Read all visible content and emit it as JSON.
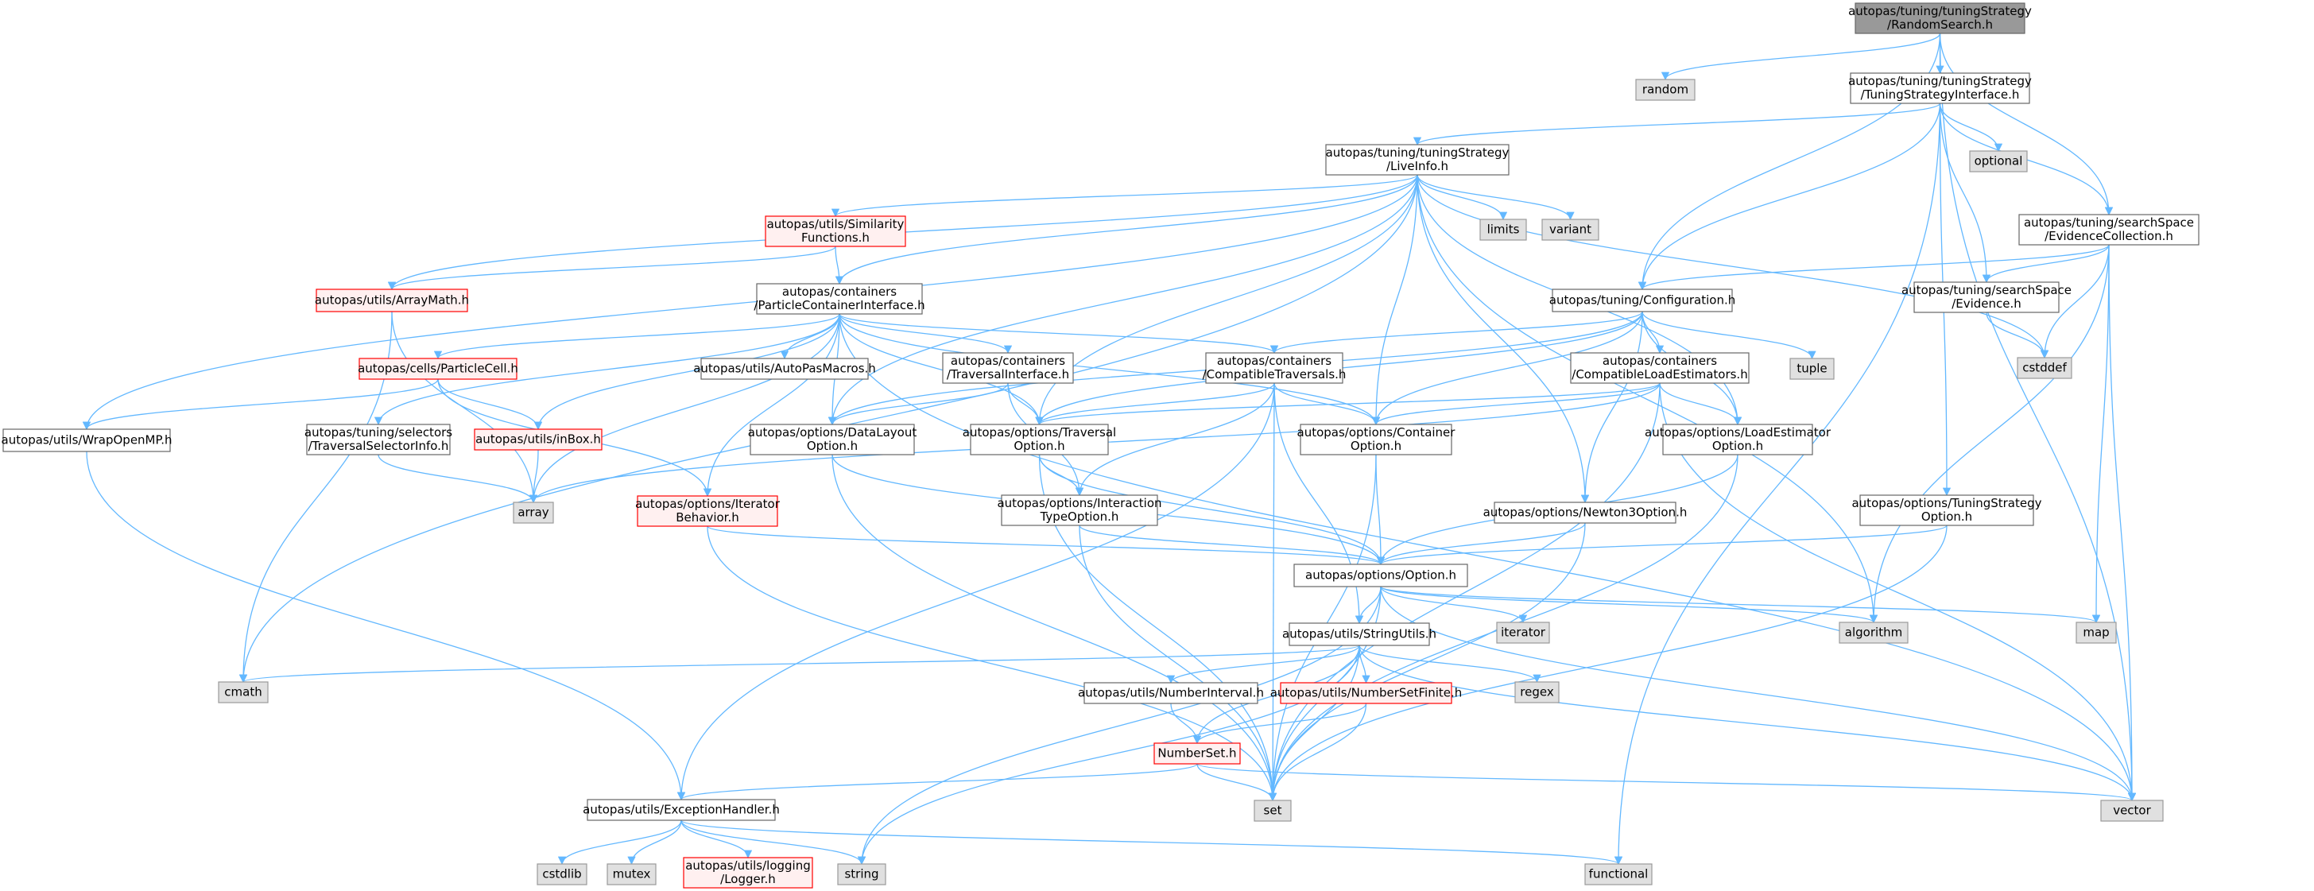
{
  "graph": {
    "title": "autopas/tuning/tuningStrategy/RandomSearch.h",
    "colors": {
      "edge": "#63b8ff",
      "root_fill": "#999999",
      "root_stroke": "#666666",
      "header_fill": "#ffffff",
      "header_stroke": "#666666",
      "system_fill": "#e0e0e0",
      "system_stroke": "#999999",
      "truncated_fill": "#fff0f0",
      "truncated_stroke": "#ff0000"
    },
    "nodes": [
      {
        "id": "root",
        "kind": "root",
        "lines": [
          "autopas/tuning/tuningStrategy",
          "/RandomSearch.h"
        ]
      },
      {
        "id": "random",
        "kind": "system",
        "lines": [
          "random"
        ]
      },
      {
        "id": "tsi",
        "kind": "header",
        "lines": [
          "autopas/tuning/tuningStrategy",
          "/TuningStrategyInterface.h"
        ]
      },
      {
        "id": "liveinfo",
        "kind": "header",
        "lines": [
          "autopas/tuning/tuningStrategy",
          "/LiveInfo.h"
        ]
      },
      {
        "id": "optional",
        "kind": "system",
        "lines": [
          "optional"
        ]
      },
      {
        "id": "evcoll",
        "kind": "header",
        "lines": [
          "autopas/tuning/searchSpace",
          "/EvidenceCollection.h"
        ]
      },
      {
        "id": "simfunc",
        "kind": "truncated",
        "lines": [
          "autopas/utils/Similarity",
          "Functions.h"
        ]
      },
      {
        "id": "limits",
        "kind": "system",
        "lines": [
          "limits"
        ]
      },
      {
        "id": "variant",
        "kind": "system",
        "lines": [
          "variant"
        ]
      },
      {
        "id": "arraymath",
        "kind": "truncated",
        "lines": [
          "autopas/utils/ArrayMath.h"
        ]
      },
      {
        "id": "pci",
        "kind": "header",
        "lines": [
          "autopas/containers",
          "/ParticleContainerInterface.h"
        ]
      },
      {
        "id": "config",
        "kind": "header",
        "lines": [
          "autopas/tuning/Configuration.h"
        ]
      },
      {
        "id": "evidence",
        "kind": "header",
        "lines": [
          "autopas/tuning/searchSpace",
          "/Evidence.h"
        ]
      },
      {
        "id": "cstddef",
        "kind": "system",
        "lines": [
          "cstddef"
        ]
      },
      {
        "id": "pcell",
        "kind": "truncated",
        "lines": [
          "autopas/cells/ParticleCell.h"
        ]
      },
      {
        "id": "macros",
        "kind": "header",
        "lines": [
          "autopas/utils/AutoPasMacros.h"
        ]
      },
      {
        "id": "travif",
        "kind": "header",
        "lines": [
          "autopas/containers",
          "/TraversalInterface.h"
        ]
      },
      {
        "id": "comptrav",
        "kind": "header",
        "lines": [
          "autopas/containers",
          "/CompatibleTraversals.h"
        ]
      },
      {
        "id": "tuple",
        "kind": "system",
        "lines": [
          "tuple"
        ]
      },
      {
        "id": "compload",
        "kind": "header",
        "lines": [
          "autopas/containers",
          "/CompatibleLoadEstimators.h"
        ]
      },
      {
        "id": "wrapomp",
        "kind": "header",
        "lines": [
          "autopas/utils/WrapOpenMP.h"
        ]
      },
      {
        "id": "tsinfo",
        "kind": "header",
        "lines": [
          "autopas/tuning/selectors",
          "/TraversalSelectorInfo.h"
        ]
      },
      {
        "id": "inbox",
        "kind": "truncated",
        "lines": [
          "autopas/utils/inBox.h"
        ]
      },
      {
        "id": "datalayout",
        "kind": "header",
        "lines": [
          "autopas/options/DataLayout",
          "Option.h"
        ]
      },
      {
        "id": "travopt",
        "kind": "header",
        "lines": [
          "autopas/options/Traversal",
          "Option.h"
        ]
      },
      {
        "id": "contopt",
        "kind": "header",
        "lines": [
          "autopas/options/Container",
          "Option.h"
        ]
      },
      {
        "id": "loadest",
        "kind": "header",
        "lines": [
          "autopas/options/LoadEstimator",
          "Option.h"
        ]
      },
      {
        "id": "array",
        "kind": "system",
        "lines": [
          "array"
        ]
      },
      {
        "id": "iterbeh",
        "kind": "truncated",
        "lines": [
          "autopas/options/Iterator",
          "Behavior.h"
        ]
      },
      {
        "id": "intertype",
        "kind": "header",
        "lines": [
          "autopas/options/Interaction",
          "TypeOption.h"
        ]
      },
      {
        "id": "newton3",
        "kind": "header",
        "lines": [
          "autopas/options/Newton3Option.h"
        ]
      },
      {
        "id": "tsopt",
        "kind": "header",
        "lines": [
          "autopas/options/TuningStrategy",
          "Option.h"
        ]
      },
      {
        "id": "option",
        "kind": "header",
        "lines": [
          "autopas/options/Option.h"
        ]
      },
      {
        "id": "strutils",
        "kind": "header",
        "lines": [
          "autopas/utils/StringUtils.h"
        ]
      },
      {
        "id": "iterator",
        "kind": "system",
        "lines": [
          "iterator"
        ]
      },
      {
        "id": "algorithm",
        "kind": "system",
        "lines": [
          "algorithm"
        ]
      },
      {
        "id": "map",
        "kind": "system",
        "lines": [
          "map"
        ]
      },
      {
        "id": "cmath",
        "kind": "system",
        "lines": [
          "cmath"
        ]
      },
      {
        "id": "numint",
        "kind": "header",
        "lines": [
          "autopas/utils/NumberInterval.h"
        ]
      },
      {
        "id": "numsetfin",
        "kind": "truncated",
        "lines": [
          "autopas/utils/NumberSetFinite.h"
        ]
      },
      {
        "id": "regex",
        "kind": "system",
        "lines": [
          "regex"
        ]
      },
      {
        "id": "numset",
        "kind": "truncated",
        "lines": [
          "NumberSet.h"
        ]
      },
      {
        "id": "exhandler",
        "kind": "header",
        "lines": [
          "autopas/utils/ExceptionHandler.h"
        ]
      },
      {
        "id": "set",
        "kind": "system",
        "lines": [
          "set"
        ]
      },
      {
        "id": "vector",
        "kind": "system",
        "lines": [
          "vector"
        ]
      },
      {
        "id": "cstdlib",
        "kind": "system",
        "lines": [
          "cstdlib"
        ]
      },
      {
        "id": "mutex",
        "kind": "system",
        "lines": [
          "mutex"
        ]
      },
      {
        "id": "logger",
        "kind": "truncated",
        "lines": [
          "autopas/utils/logging",
          "/Logger.h"
        ]
      },
      {
        "id": "string",
        "kind": "system",
        "lines": [
          "string"
        ]
      },
      {
        "id": "functional",
        "kind": "system",
        "lines": [
          "functional"
        ]
      }
    ],
    "edges": [
      [
        "root",
        "random"
      ],
      [
        "root",
        "tsi"
      ],
      [
        "root",
        "evcoll"
      ],
      [
        "root",
        "config"
      ],
      [
        "root",
        "vector"
      ],
      [
        "tsi",
        "liveinfo"
      ],
      [
        "tsi",
        "optional"
      ],
      [
        "tsi",
        "evcoll"
      ],
      [
        "tsi",
        "config"
      ],
      [
        "tsi",
        "evidence"
      ],
      [
        "tsi",
        "tsopt"
      ],
      [
        "tsi",
        "functional"
      ],
      [
        "liveinfo",
        "simfunc"
      ],
      [
        "liveinfo",
        "limits"
      ],
      [
        "liveinfo",
        "variant"
      ],
      [
        "liveinfo",
        "arraymath"
      ],
      [
        "liveinfo",
        "pci"
      ],
      [
        "liveinfo",
        "cstddef"
      ],
      [
        "liveinfo",
        "wrapomp"
      ],
      [
        "liveinfo",
        "datalayout"
      ],
      [
        "liveinfo",
        "travopt"
      ],
      [
        "liveinfo",
        "contopt"
      ],
      [
        "liveinfo",
        "loadest"
      ],
      [
        "liveinfo",
        "newton3"
      ],
      [
        "liveinfo",
        "algorithm"
      ],
      [
        "liveinfo",
        "cmath"
      ],
      [
        "evcoll",
        "config"
      ],
      [
        "evcoll",
        "evidence"
      ],
      [
        "evcoll",
        "cstddef"
      ],
      [
        "evcoll",
        "map"
      ],
      [
        "evcoll",
        "algorithm"
      ],
      [
        "evcoll",
        "vector"
      ],
      [
        "simfunc",
        "arraymath"
      ],
      [
        "simfunc",
        "pci"
      ],
      [
        "arraymath",
        "array"
      ],
      [
        "arraymath",
        "cmath"
      ],
      [
        "pci",
        "pcell"
      ],
      [
        "pci",
        "macros"
      ],
      [
        "pci",
        "travif"
      ],
      [
        "pci",
        "comptrav"
      ],
      [
        "pci",
        "tsinfo"
      ],
      [
        "pci",
        "inbox"
      ],
      [
        "pci",
        "datalayout"
      ],
      [
        "pci",
        "travopt"
      ],
      [
        "pci",
        "contopt"
      ],
      [
        "pci",
        "iterbeh"
      ],
      [
        "pci",
        "array"
      ],
      [
        "pci",
        "vector"
      ],
      [
        "config",
        "comptrav"
      ],
      [
        "config",
        "compload"
      ],
      [
        "config",
        "tuple"
      ],
      [
        "config",
        "datalayout"
      ],
      [
        "config",
        "travopt"
      ],
      [
        "config",
        "contopt"
      ],
      [
        "config",
        "loadest"
      ],
      [
        "config",
        "newton3"
      ],
      [
        "evidence",
        "cstddef"
      ],
      [
        "pcell",
        "wrapomp"
      ],
      [
        "pcell",
        "inbox"
      ],
      [
        "pcell",
        "iterbeh"
      ],
      [
        "travif",
        "travopt"
      ],
      [
        "travif",
        "datalayout"
      ],
      [
        "travif",
        "intertype"
      ],
      [
        "comptrav",
        "travopt"
      ],
      [
        "comptrav",
        "contopt"
      ],
      [
        "comptrav",
        "intertype"
      ],
      [
        "comptrav",
        "strutils"
      ],
      [
        "comptrav",
        "set"
      ],
      [
        "comptrav",
        "exhandler"
      ],
      [
        "compload",
        "contopt"
      ],
      [
        "compload",
        "loadest"
      ],
      [
        "compload",
        "travopt"
      ],
      [
        "compload",
        "array"
      ],
      [
        "compload",
        "set"
      ],
      [
        "compload",
        "vector"
      ],
      [
        "wrapomp",
        "exhandler"
      ],
      [
        "tsinfo",
        "array"
      ],
      [
        "inbox",
        "array"
      ],
      [
        "datalayout",
        "option"
      ],
      [
        "datalayout",
        "set"
      ],
      [
        "travopt",
        "option"
      ],
      [
        "travopt",
        "intertype"
      ],
      [
        "travopt",
        "set"
      ],
      [
        "contopt",
        "option"
      ],
      [
        "contopt",
        "set"
      ],
      [
        "loadest",
        "option"
      ],
      [
        "loadest",
        "set"
      ],
      [
        "iterbeh",
        "option"
      ],
      [
        "iterbeh",
        "set"
      ],
      [
        "intertype",
        "option"
      ],
      [
        "intertype",
        "set"
      ],
      [
        "newton3",
        "option"
      ],
      [
        "newton3",
        "set"
      ],
      [
        "tsopt",
        "option"
      ],
      [
        "tsopt",
        "set"
      ],
      [
        "option",
        "strutils"
      ],
      [
        "option",
        "iterator"
      ],
      [
        "option",
        "algorithm"
      ],
      [
        "option",
        "map"
      ],
      [
        "option",
        "set"
      ],
      [
        "option",
        "vector"
      ],
      [
        "option",
        "string"
      ],
      [
        "strutils",
        "cmath"
      ],
      [
        "strutils",
        "numint"
      ],
      [
        "strutils",
        "numsetfin"
      ],
      [
        "strutils",
        "regex"
      ],
      [
        "strutils",
        "numset"
      ],
      [
        "strutils",
        "set"
      ],
      [
        "strutils",
        "vector"
      ],
      [
        "strutils",
        "string"
      ],
      [
        "numint",
        "numset"
      ],
      [
        "numsetfin",
        "numset"
      ],
      [
        "numsetfin",
        "set"
      ],
      [
        "numset",
        "exhandler"
      ],
      [
        "numset",
        "set"
      ],
      [
        "numset",
        "vector"
      ],
      [
        "exhandler",
        "cstdlib"
      ],
      [
        "exhandler",
        "mutex"
      ],
      [
        "exhandler",
        "logger"
      ],
      [
        "exhandler",
        "string"
      ],
      [
        "exhandler",
        "functional"
      ]
    ]
  }
}
